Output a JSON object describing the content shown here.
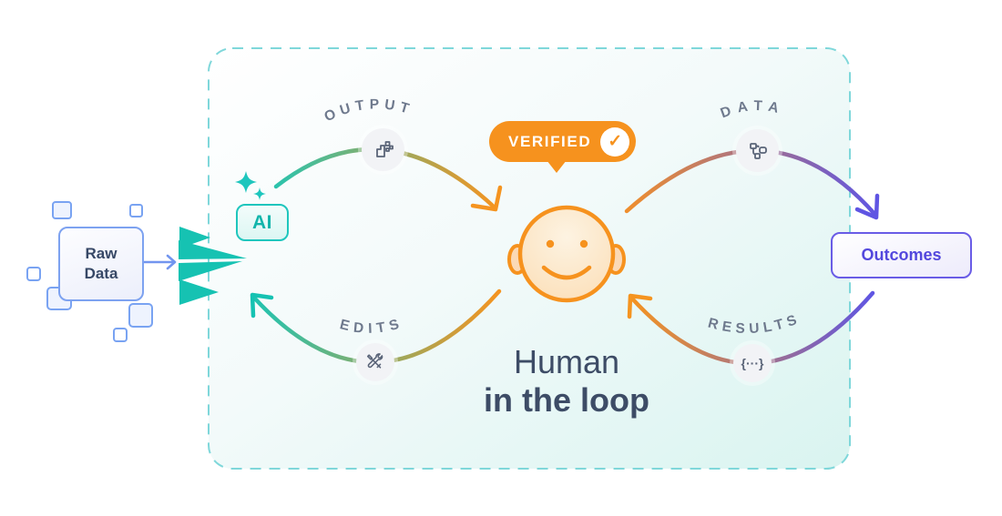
{
  "title": {
    "line1": "Human",
    "line2": "in the loop"
  },
  "nodes": {
    "raw_data": {
      "line1": "Raw",
      "line2": "Data"
    },
    "ai_badge_label": "AI",
    "outcomes_label": "Outcomes"
  },
  "badge": {
    "label": "VERIFIED",
    "check_glyph": "✓"
  },
  "flows": {
    "output_label": "OUTPUT",
    "data_label": "DATA",
    "edits_label": "EDITS",
    "results_label": "RESULTS"
  },
  "icons": {
    "output": "pixel-blocks-icon",
    "data": "diagram-nodes-icon",
    "edits": "wrench-screwdriver-icon",
    "results": "code-braces-icon",
    "results_glyph": "{···}"
  },
  "colors": {
    "teal": "#16c2b2",
    "orange": "#f6921e",
    "purple": "#5f55e3",
    "blue_arrow": "#7295ef",
    "slate_title": "#3d4c66",
    "flow_label_gray": "#6e798d",
    "container_dash": "#7fd7da"
  }
}
